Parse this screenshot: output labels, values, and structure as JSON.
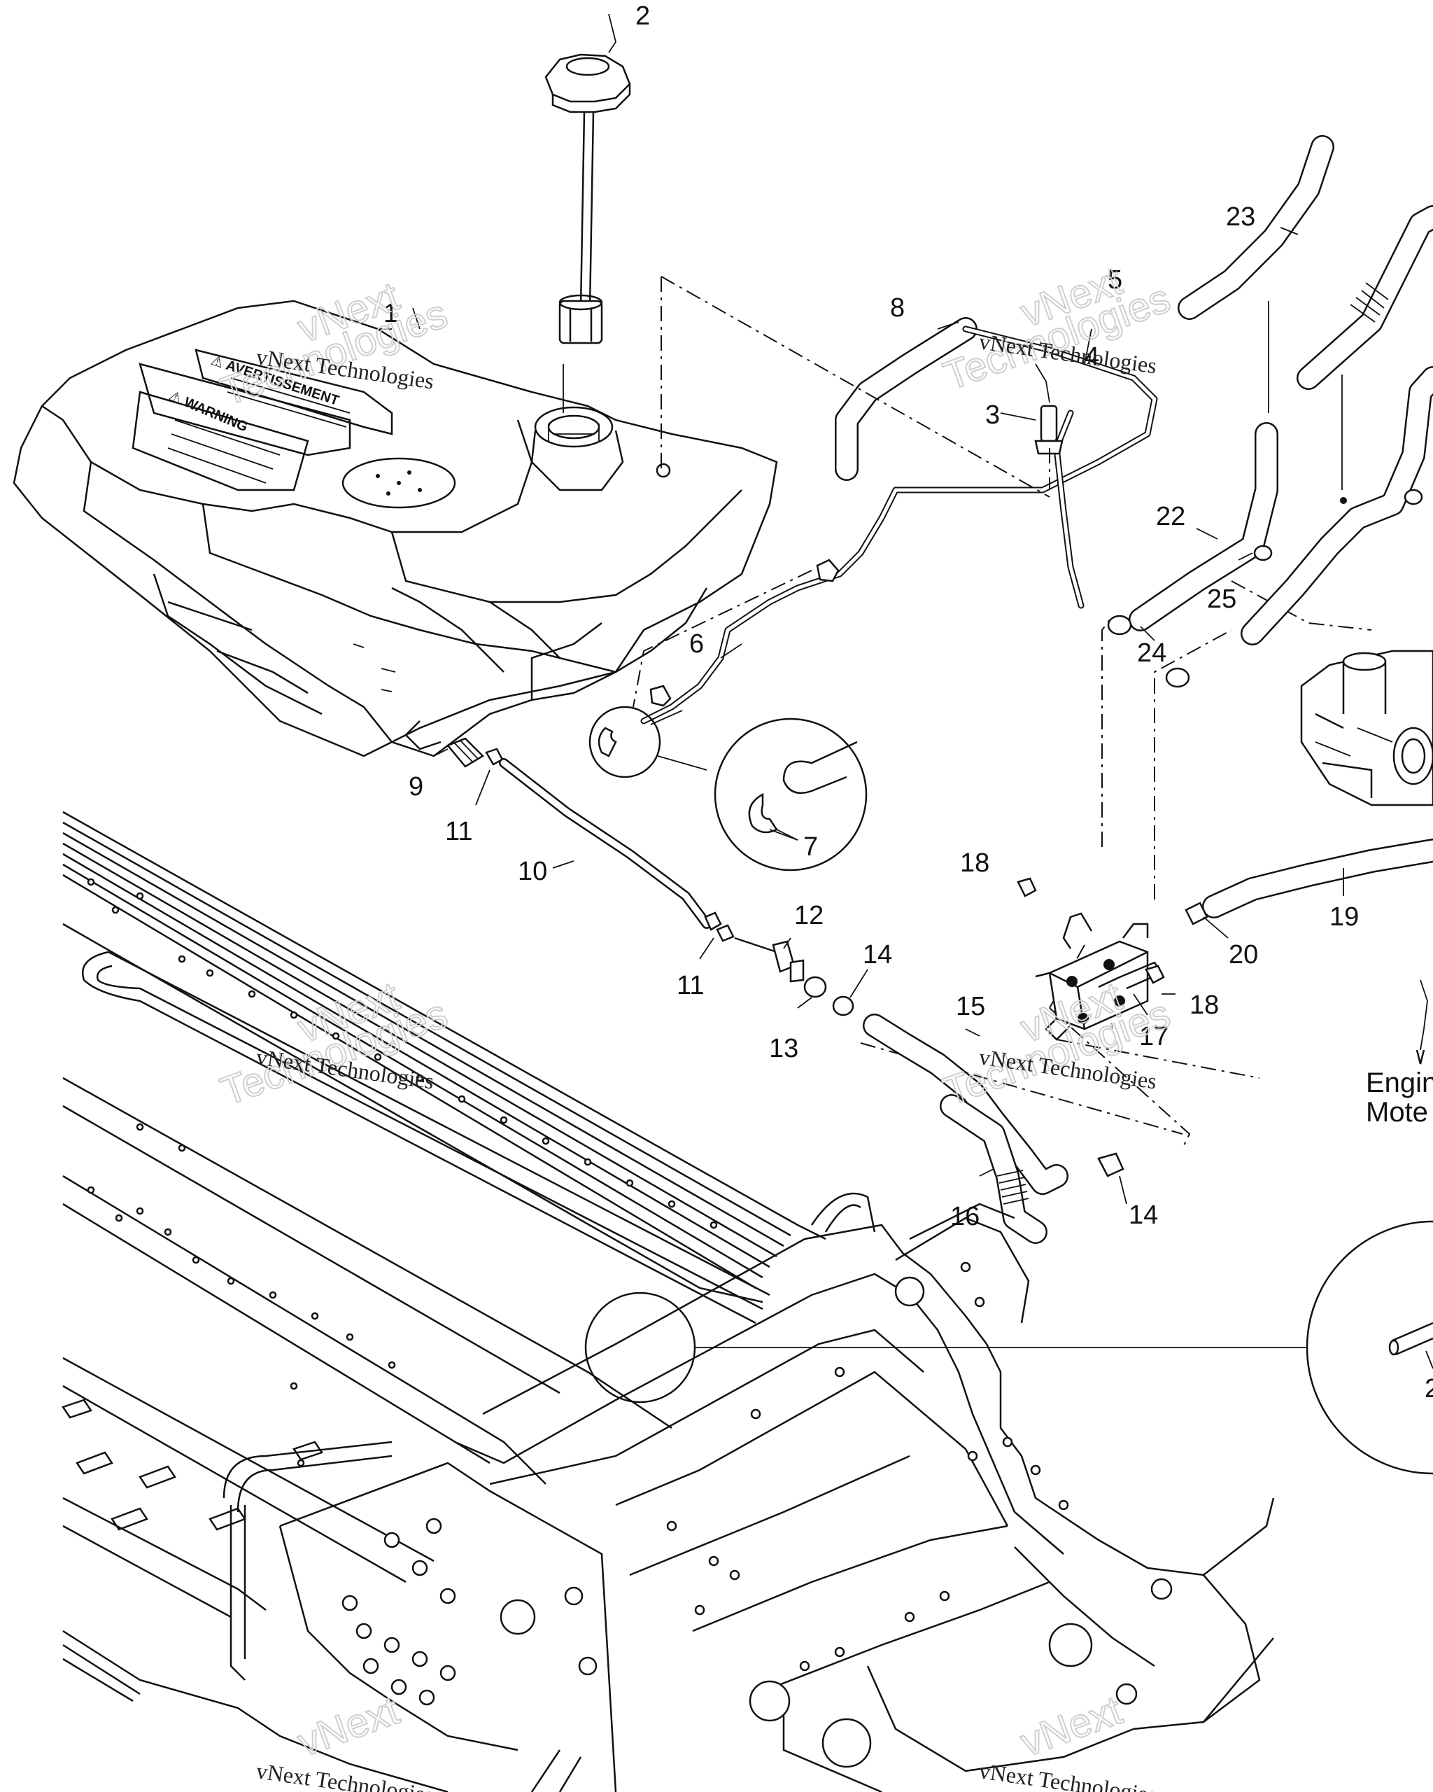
{
  "callouts": [
    {
      "id": "c1",
      "text": "1"
    },
    {
      "id": "c2",
      "text": "2"
    },
    {
      "id": "c3",
      "text": "3"
    },
    {
      "id": "c4",
      "text": "4"
    },
    {
      "id": "c5",
      "text": "5"
    },
    {
      "id": "c6",
      "text": "6"
    },
    {
      "id": "c7",
      "text": "7"
    },
    {
      "id": "c8",
      "text": "8"
    },
    {
      "id": "c9",
      "text": "9"
    },
    {
      "id": "c10",
      "text": "10"
    },
    {
      "id": "c11a",
      "text": "11"
    },
    {
      "id": "c11b",
      "text": "11"
    },
    {
      "id": "c12",
      "text": "12"
    },
    {
      "id": "c13",
      "text": "13"
    },
    {
      "id": "c14a",
      "text": "14"
    },
    {
      "id": "c14b",
      "text": "14"
    },
    {
      "id": "c15",
      "text": "15"
    },
    {
      "id": "c16",
      "text": "16"
    },
    {
      "id": "c17",
      "text": "17"
    },
    {
      "id": "c18a",
      "text": "18"
    },
    {
      "id": "c18b",
      "text": "18"
    },
    {
      "id": "c19",
      "text": "19"
    },
    {
      "id": "c20",
      "text": "20"
    },
    {
      "id": "c22",
      "text": "22"
    },
    {
      "id": "c23",
      "text": "23"
    },
    {
      "id": "c24",
      "text": "24"
    },
    {
      "id": "c25",
      "text": "25"
    },
    {
      "id": "c21",
      "text": "2"
    }
  ],
  "engine_label": {
    "line1": "Engin",
    "line2": "Mote"
  },
  "tank_labels": {
    "warning": "⚠ WARNING",
    "avertissement": "⚠ AVERTISSEMENT"
  },
  "watermark": {
    "caption": "vNext Technologies",
    "big_line1": "vNext",
    "big_line2": "Technologies"
  }
}
